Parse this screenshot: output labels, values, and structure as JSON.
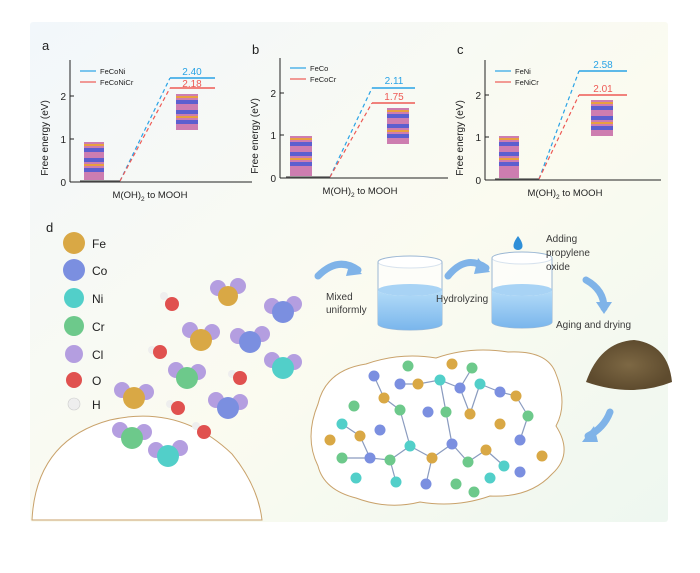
{
  "panels": [
    {
      "letter": "a",
      "ylabel": "Free energy (eV)",
      "xlabel_pre": "M(OH)",
      "xlabel_sub": "2",
      "xlabel_post": " to MOOH",
      "yticks": [
        "0",
        "1",
        "2"
      ],
      "legend": [
        {
          "label": "FeCoNi",
          "color": "#29a3e6"
        },
        {
          "label": "FeCoNiCr",
          "color": "#ee5a55"
        }
      ],
      "values": [
        "2.40",
        "2.18"
      ]
    },
    {
      "letter": "b",
      "ylabel": "Free energy (eV)",
      "xlabel_pre": "M(OH)",
      "xlabel_sub": "2",
      "xlabel_post": " to MOOH",
      "yticks": [
        "0",
        "1",
        "2"
      ],
      "legend": [
        {
          "label": "FeCo",
          "color": "#29a3e6"
        },
        {
          "label": "FeCoCr",
          "color": "#ee5a55"
        }
      ],
      "values": [
        "2.11",
        "1.75"
      ]
    },
    {
      "letter": "c",
      "ylabel": "Free energy (eV)",
      "xlabel_pre": "M(OH)",
      "xlabel_sub": "2",
      "xlabel_post": " to MOOH",
      "yticks": [
        "0",
        "1",
        "2"
      ],
      "legend": [
        {
          "label": "FeNi",
          "color": "#29a3e6"
        },
        {
          "label": "FeNiCr",
          "color": "#ee5a55"
        }
      ],
      "values": [
        "2.58",
        "2.01"
      ]
    }
  ],
  "panel_d": {
    "letter": "d",
    "elements": [
      {
        "symbol": "Fe",
        "color": "#d9a845"
      },
      {
        "symbol": "Co",
        "color": "#7b8fe0"
      },
      {
        "symbol": "Ni",
        "color": "#52cfc9"
      },
      {
        "symbol": "Cr",
        "color": "#6dc98b"
      },
      {
        "symbol": "Cl",
        "color": "#b49ee0"
      },
      {
        "symbol": "O",
        "color": "#e0514f"
      },
      {
        "symbol": "H",
        "color": "#eeeeee"
      }
    ],
    "steps": {
      "mix_line1": "Mixed",
      "mix_line2": "uniformly",
      "hydrolyze": "Hydrolyzing",
      "add_line1": "Adding",
      "add_line2": "propylene",
      "add_line3": "oxide",
      "aging": "Aging and drying"
    },
    "colors": {
      "arrow": "#7fb3e8",
      "liquid": "#8cc3f2",
      "powder": "#6e5a38"
    }
  }
}
